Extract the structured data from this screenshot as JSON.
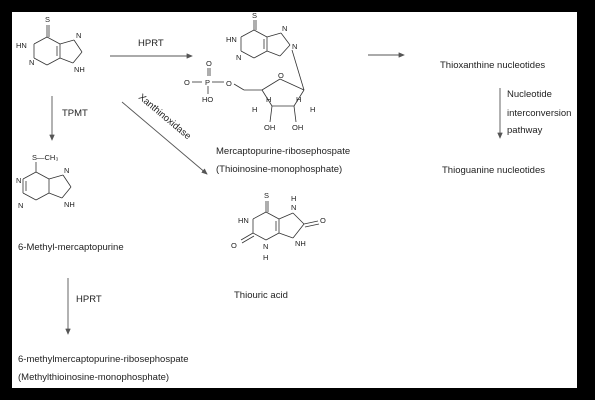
{
  "labels": {
    "hprt_top": "HPRT",
    "tpmt": "TPMT",
    "xanthine_oxidase": "Xanthinoxidase",
    "mp_ribose_name": "Mercaptopurine-ribosephospate",
    "mp_ribose_alt": "(Thioinosine-monophosphate)",
    "thioxanthine": "Thioxanthine nucleotides",
    "nucleotide": "Nucleotide",
    "interconversion": "interconversion",
    "pathway": "pathway",
    "thioguanine": "Thioguanine nucleotides",
    "methyl_mp": "6-Methyl-mercaptopurine",
    "thiouric": "Thiouric acid",
    "hprt_bottom": "HPRT",
    "methyl_ribose_name": "6-methylmercaptopurine-ribosephospate",
    "methyl_ribose_alt": "(Methylthioinosine-monophosphate)"
  },
  "atoms": {
    "S": "S",
    "HN": "HN",
    "NH": "NH",
    "N": "N",
    "H": "H",
    "O": "O",
    "P": "P",
    "HO": "HO",
    "OH": "OH",
    "S_CH3": "S—CH₃"
  }
}
